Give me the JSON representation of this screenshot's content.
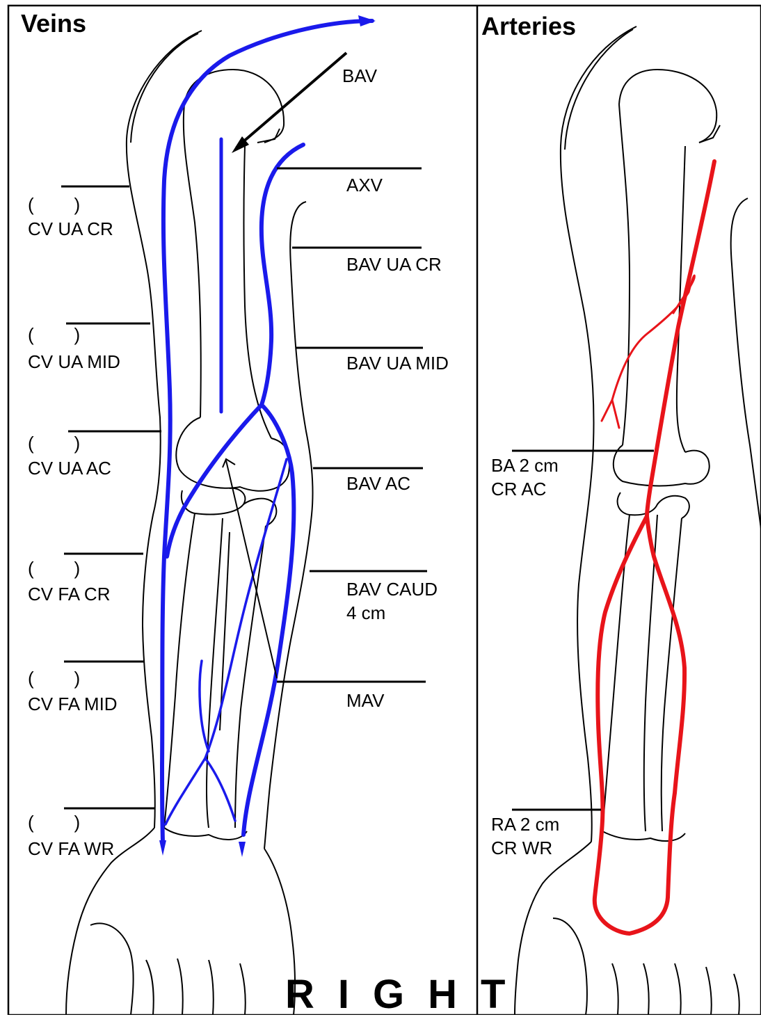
{
  "panels": {
    "veins": {
      "title": "Veins"
    },
    "arteries": {
      "title": "Arteries"
    }
  },
  "vein_labels_left": [
    {
      "paren": "(        )",
      "text": "CV UA CR"
    },
    {
      "paren": "(        )",
      "text": "CV UA MID"
    },
    {
      "paren": "(        )",
      "text": "CV UA AC"
    },
    {
      "paren": "(        )",
      "text": "CV FA CR"
    },
    {
      "paren": "(        )",
      "text": "CV FA MID"
    },
    {
      "paren": "(        )",
      "text": "CV FA WR"
    }
  ],
  "vein_labels_right": [
    {
      "text": "BAV"
    },
    {
      "text": "AXV"
    },
    {
      "text": "BAV UA CR"
    },
    {
      "text": "BAV UA MID"
    },
    {
      "text": "BAV AC"
    },
    {
      "text": "BAV CAUD\n4 cm"
    },
    {
      "text": "MAV"
    }
  ],
  "artery_labels": [
    {
      "text": "BA 2 cm\nCR AC"
    },
    {
      "text": "RA 2 cm\nCR WR"
    }
  ],
  "side_label": "RIGHT",
  "colors": {
    "vein": "#1a1aeb",
    "artery": "#e8141a",
    "outline": "#000000"
  }
}
